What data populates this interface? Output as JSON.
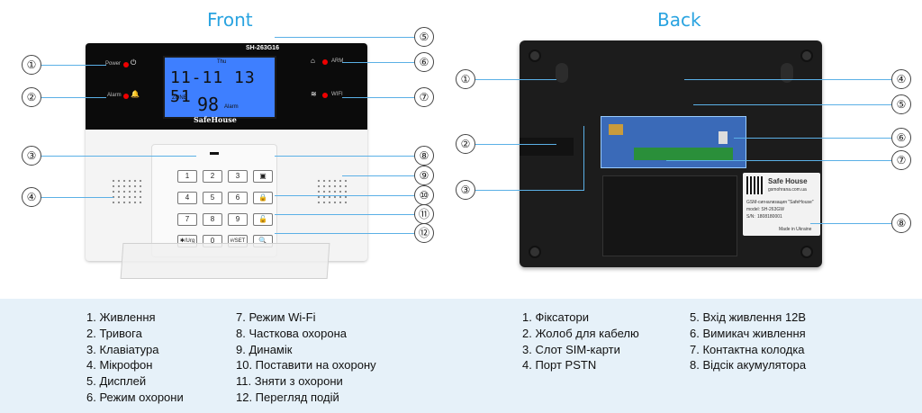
{
  "headings": {
    "front": "Front",
    "back": "Back"
  },
  "front_device": {
    "model": "SH-263G16",
    "brand": "SafeHouse",
    "lcd": {
      "day": "Thu",
      "time": "11-11 13 51",
      "zone_label": "ZONE",
      "zone_num": "98",
      "alarm_word": "Alarm"
    },
    "labels": {
      "power": "Power",
      "alarm": "Alarm",
      "arm": "ARM",
      "wifi": "WIFI"
    },
    "keys": [
      "1",
      "2",
      "3",
      "4",
      "5",
      "6",
      "7",
      "8",
      "9",
      "✱/Urg",
      "0",
      "#/SET"
    ]
  },
  "back_device": {
    "sticker_title": "Safe House",
    "sticker_url": "gsmohrana.com.ua",
    "sticker_desc": "GSM-сигнализация \"SafeHouse\"",
    "sticker_model": "model: SH-263GW",
    "sticker_sn_label": "S/N:",
    "sticker_sn": "1808180001",
    "sticker_made": "Made in Ukraine"
  },
  "callouts": [
    "①",
    "②",
    "③",
    "④",
    "⑤",
    "⑥",
    "⑦",
    "⑧",
    "⑨",
    "⑩",
    "⑪",
    "⑫"
  ],
  "front_list_col1": [
    "1.  Живлення",
    "2.  Тривога",
    "3.  Клавіатура",
    "4.  Мікрофон",
    "5.  Дисплей",
    "6.  Режим охорони"
  ],
  "front_list_col2": [
    "7.  Режим Wi-Fi",
    "8.  Часткова охорона",
    "9.  Динамік",
    "10. Поставити на охорону",
    "11. Зняти з охорони",
    "12. Перегляд подій"
  ],
  "back_list_col1": [
    "1.  Фіксатори",
    "2.  Жолоб для кабелю",
    "3.  Слот SIM-карти",
    "4.  Порт PSTN"
  ],
  "back_list_col2": [
    "5.  Вхід живлення 12В",
    "6.  Вимикач живлення",
    "7.  Контактна колодка",
    "8.  Відсік акумулятора"
  ]
}
